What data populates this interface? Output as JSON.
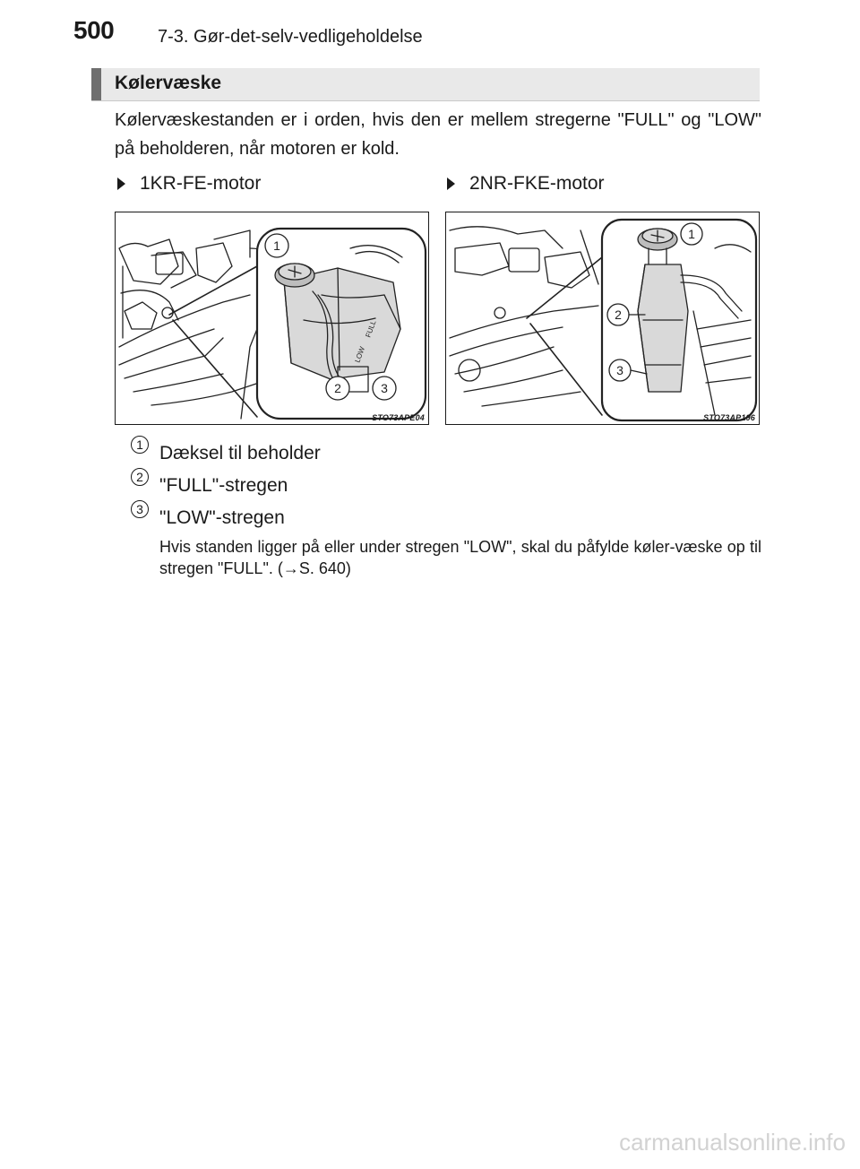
{
  "header": {
    "page_number": "500",
    "section_path": "7-3. Gør-det-selv-vedligeholdelse"
  },
  "section": {
    "heading": "Kølervæske",
    "intro": "Kølervæskestanden er i orden, hvis den er mellem stregerne \"FULL\" og \"LOW\" på beholderen, når motoren er kold."
  },
  "figures": [
    {
      "label": "1KR-FE-motor",
      "code": "STO73APE04",
      "callouts": [
        "1",
        "2",
        "3"
      ],
      "marks": [
        "FULL",
        "LOW"
      ]
    },
    {
      "label": "2NR-FKE-motor",
      "code": "STO73AP196",
      "callouts": [
        "1",
        "2",
        "3"
      ]
    }
  ],
  "legend": [
    {
      "number": "1",
      "text": "Dæksel til beholder"
    },
    {
      "number": "2",
      "text": "\"FULL\"-stregen"
    },
    {
      "number": "3",
      "text": "\"LOW\"-stregen"
    }
  ],
  "note": {
    "text_before": "Hvis standen ligger på eller under stregen \"LOW\", skal du påfylde køler-væske op til stregen \"FULL\". (",
    "arrow": "→",
    "ref": "S. 640",
    "text_after": ")"
  },
  "watermark": "carmanualsonline.info"
}
